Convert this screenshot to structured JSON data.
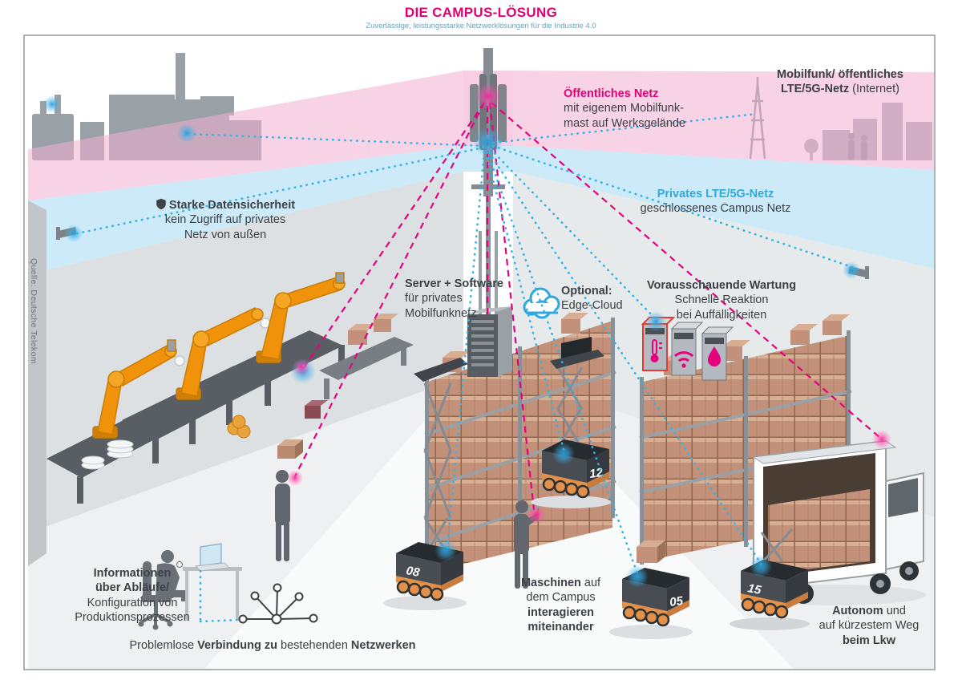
{
  "header": {
    "title": "DIE CAMPUS-LÖSUNG",
    "subtitle": "Zuverlässige, leistungsstarke Netzwerklösungen für die Industrie 4.0"
  },
  "colors": {
    "magenta": "#e20074",
    "cyan": "#2fa9de",
    "public_beam_pink": "#f2aed2",
    "private_beam_blue": "#aadcf2",
    "robot_orange": "#f0930a",
    "silhouette_gray": "#9aa1a6"
  },
  "labels": {
    "mobile_public": {
      "line1": "Mobilfunk/ öffentliches",
      "line2_bold": "LTE/5G-Netz",
      "line2_rest": " (Internet)"
    },
    "public_net": {
      "title": "Öffentliches Netz",
      "line1": "mit eigenem Mobilfunk-",
      "line2": "mast auf Werksgelände"
    },
    "private_net": {
      "title": "Privates LTE/5G-Netz",
      "line1": "geschlossenes Campus Netz"
    },
    "security": {
      "title": "Starke Datensicherheit",
      "line1": "kein Zugriff auf privates",
      "line2": "Netz von außen"
    },
    "server": {
      "title": "Server + Software",
      "line1": "für privates",
      "line2": "Mobilfunknetz"
    },
    "edge_cloud": {
      "title": "Optional:",
      "line1": "Edge-Cloud"
    },
    "maintenance": {
      "title": "Vorausschauende Wartung",
      "line1": "Schnelle Reaktion",
      "line2": "bei Auffälligkeiten"
    },
    "info": {
      "line1": "Informationen",
      "line2": "über Abläufe/",
      "line3": "Konfiguration von",
      "line4": "Produktionsprozessen"
    },
    "connection": {
      "part1": "Problemlose ",
      "bold1": "Verbindung zu ",
      "part2": "bestehenden ",
      "bold2": "Netzwerken"
    },
    "machines": {
      "bold1": "Maschinen",
      "rest1": " auf",
      "line2": "dem Campus",
      "line3": "interagieren",
      "line4": "miteinander"
    },
    "autonomous": {
      "bold1": "Autonom",
      "rest1": " und",
      "line2": "auf kürzestem Weg",
      "line3": "beim Lkw"
    },
    "source": "Quelle: Deutsche Telekom"
  },
  "agv": {
    "a1": "08",
    "a2": "12",
    "a3": "05",
    "a4": "15"
  }
}
